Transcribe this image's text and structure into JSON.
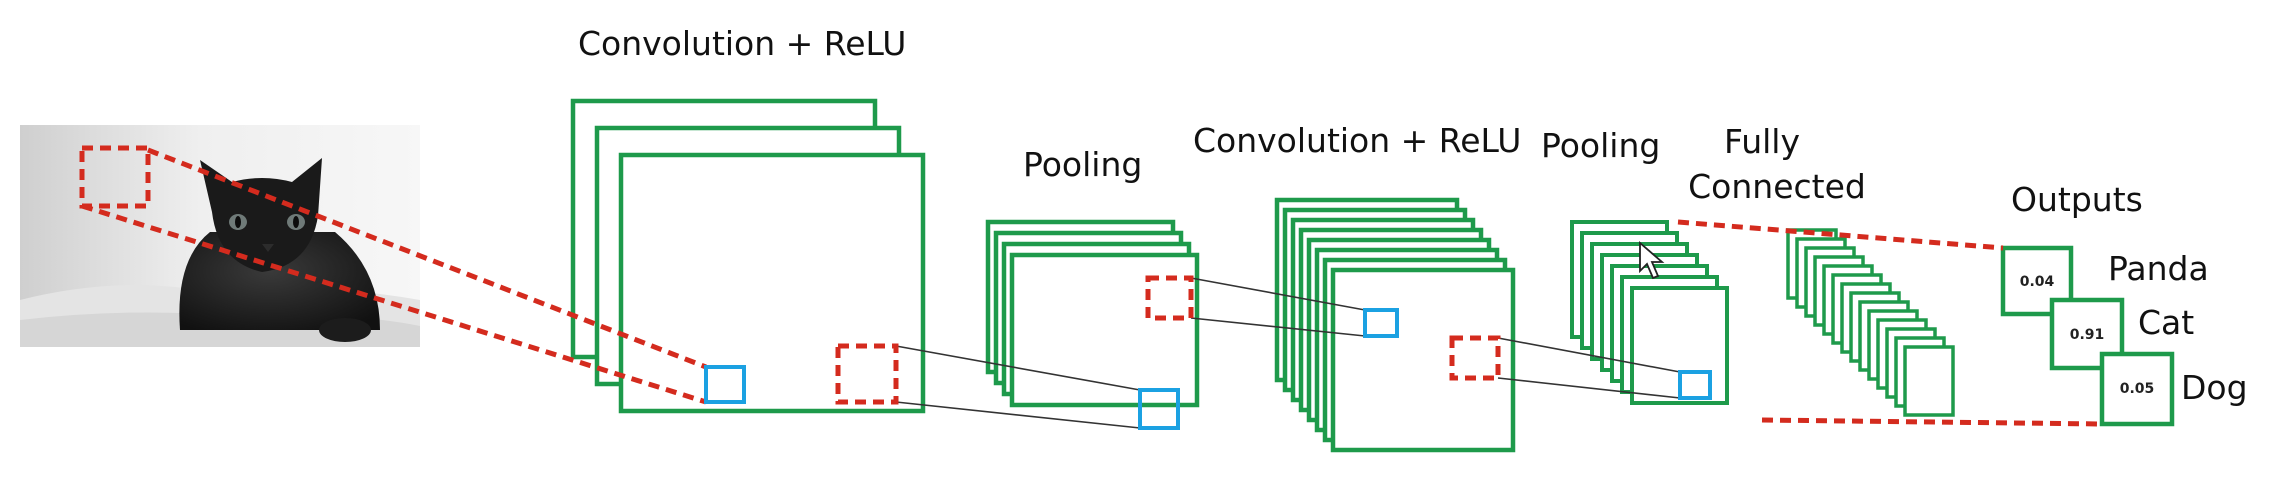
{
  "labels": {
    "conv1": "Convolution + ReLU",
    "pool1": "Pooling",
    "conv2": "Convolution + ReLU",
    "pool2": "Pooling",
    "fc_line1": "Fully",
    "fc_line2": "Connected",
    "outputs": "Outputs"
  },
  "outputs": [
    {
      "label": "Panda",
      "value": "0.04"
    },
    {
      "label": "Cat",
      "value": "0.91"
    },
    {
      "label": "Dog",
      "value": "0.05"
    }
  ],
  "colors": {
    "feature_map": "#1e9a4b",
    "kernel": "#1ba1e2",
    "receptive_field": "#d42b1e",
    "connector": "#333333"
  },
  "icons": {
    "input_image": "cat-photo",
    "cursor": "mouse-pointer-icon"
  }
}
